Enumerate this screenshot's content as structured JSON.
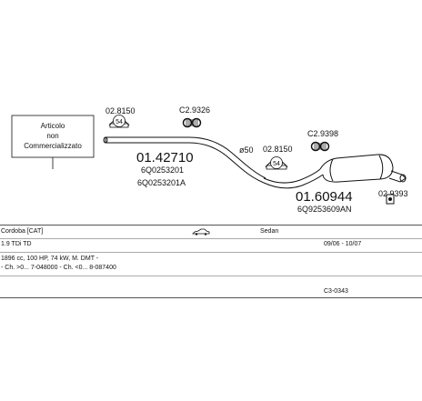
{
  "notice": {
    "line1": "Articolo",
    "line2": "non",
    "line3": "Commercializzato"
  },
  "parts": {
    "clamp_front": "02.8150",
    "clamp_front_badge": "54",
    "hanger_front": "C2.9326",
    "pipe_code": "01.42710",
    "pipe_oe1": "6Q0253201",
    "pipe_oe2": "6Q0253201A",
    "pipe_diameter": "ø50",
    "clamp_rear": "02.8150",
    "clamp_rear_badge": "54",
    "hanger_rear": "C2.9398",
    "muffler_code": "01.60944",
    "muffler_oe": "6Q9253609AN",
    "hanger_tail": "02.9393"
  },
  "info": {
    "model": "Cordoba [CAT]",
    "body": "Sedan",
    "engine": "1.9 TDi TD",
    "dates": "09/06 - 10/07",
    "specs": "1896 cc, 100 HP, 74 kW, M. DMT -",
    "chassis": "- Ch. >0... 7-048000 - Ch. <0... 8-087400",
    "catalog": "C3-0343"
  },
  "colors": {
    "line": "#111111",
    "divider": "#555555"
  },
  "icons": {
    "car": "car-sedan-icon"
  }
}
